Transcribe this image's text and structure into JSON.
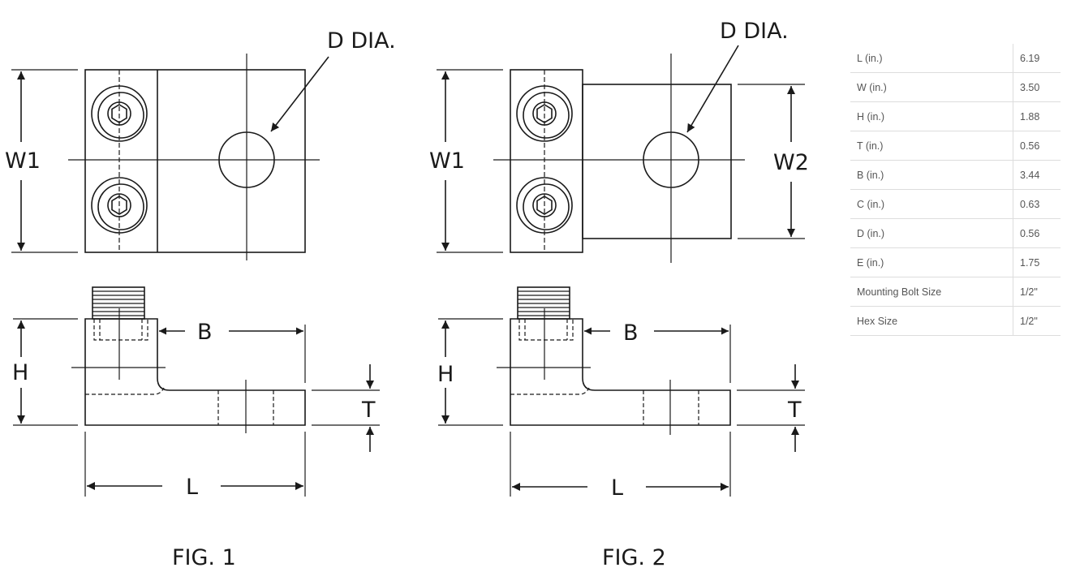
{
  "figures": [
    {
      "caption": "FIG. 1",
      "labels": {
        "w1": "W1",
        "d_dia": "D DIA.",
        "h": "H",
        "b": "B",
        "t": "T",
        "l": "L"
      }
    },
    {
      "caption": "FIG. 2",
      "labels": {
        "w1": "W1",
        "w2": "W2",
        "d_dia": "D DIA.",
        "h": "H",
        "b": "B",
        "t": "T",
        "l": "L"
      }
    }
  ],
  "specs": [
    {
      "label": "L (in.)",
      "value": "6.19"
    },
    {
      "label": "W (in.)",
      "value": "3.50"
    },
    {
      "label": "H (in.)",
      "value": "1.88"
    },
    {
      "label": "T (in.)",
      "value": "0.56"
    },
    {
      "label": "B (in.)",
      "value": "3.44"
    },
    {
      "label": "C (in.)",
      "value": "0.63"
    },
    {
      "label": "D (in.)",
      "value": "0.56"
    },
    {
      "label": "E (in.)",
      "value": "1.75"
    },
    {
      "label": "Mounting Bolt Size",
      "value": "1/2\""
    },
    {
      "label": "Hex Size",
      "value": "1/2\""
    }
  ]
}
